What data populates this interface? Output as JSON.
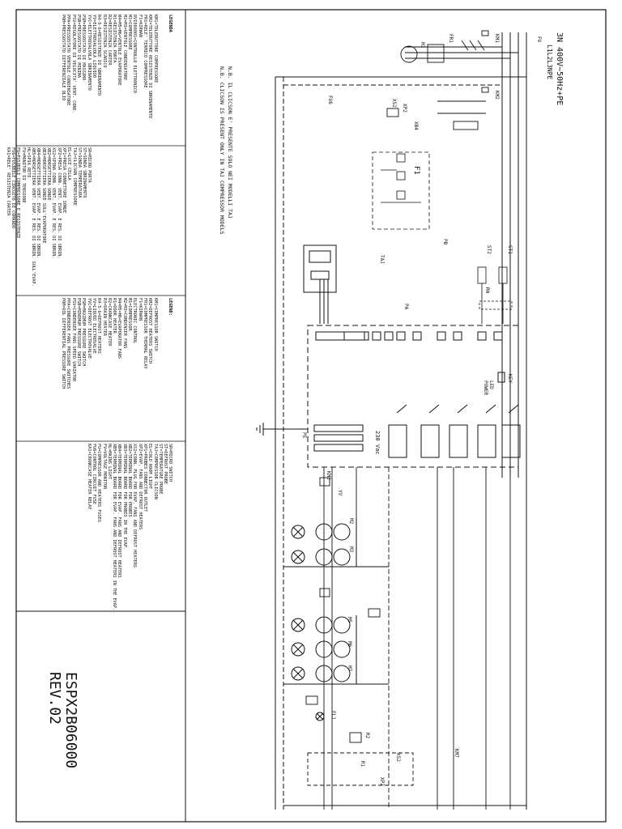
{
  "supply": {
    "label": "3N 400V~50Hz+PE",
    "phases": "L1L2L3NPE"
  },
  "notes": [
    "N.B. IL CLICSON E' PRESENTE SOLO NEI MODELLI TAJ",
    "N.B. CLICSON IS PRESENT ONLY IN TAJ COMPRESSOR MODELS"
  ],
  "code": {
    "number": "ESPX2B06000",
    "rev": "REV.02"
  },
  "controller": {
    "voltage": "230 Vac"
  },
  "components": {
    "fu": "FU",
    "fu6": "FU6",
    "fr1": "FR1",
    "km1": "KM1",
    "km2": "KM2",
    "m1": "M1",
    "f1": "F1",
    "xp2": "XP2",
    "xs2": "XS2",
    "xb4": "XB4",
    "st1": "ST1",
    "st2": "ST2",
    "taj": "TAJ",
    "pb": "PB",
    "pa": "PA",
    "rh": "RH",
    "yv": "YV",
    "km3": "KM3",
    "m2": "M2",
    "m3": "M3",
    "m5": "M5",
    "m6": "M6",
    "m7": "M7",
    "el1": "EL1",
    "r1": "R1",
    "r2": "R2",
    "km7": "KM7",
    "pe": "PE",
    "rs": "RS",
    "n": "N",
    "led": "LED",
    "power": "POWER",
    "key": "KEY"
  },
  "legends": [
    {
      "title": "LEGENDA",
      "lines": [
        "KM1=TELERUTTORE COMPRESSORE",
        "KM2=TELERUTTORE RESISTENZE DI SBRINAMENTO",
        "FR1=RELE' TERMICO COMPRESSORE",
        "F1=KIRWAN",
        "RVI000001=CONTROLLO ELETTRONICO",
        "M1=COMPRESSORE",
        "M2=M3=VENTOLE CONDENSATORE",
        "M4=M5=M6=VENTOLE EVAPORATORE",
        "R1=RESISTENZA PORTA",
        "R2=RESISTENZA CARTER",
        "R3=RESISTENZA SCARICO",
        "R4-5-6=RESISTENZE DI SBRINAMENTO",
        "YV=ELETTROVALVOLA LIQUIDO",
        "YVC=ELETTROVALVOLA SBRINAMENTO",
        "PSM=PRESSOSTATO DI MASSIMA",
        "PSB=PRESSOSTATO DI MINIMA",
        "PSV=REGOLATORE DI VELOCITA' VENT. COND.",
        "PPA=PRESSOSTATO VENTOLE CONDENSATORE",
        "POM=PRESSOSTATO DIFFERENZIALE OLIO"
      ]
    },
    {
      "title": "",
      "lines": [
        "SR=MICRO PORTA",
        "ST=SONDA SBRINAMENTO",
        "ST=SONDA TEMPERATURA",
        "TAJ=CLICSON COMPRESSORE",
        "EL=LUCE CELLA",
        "XP1=PRESA CONNETTORE SONDE",
        "XP2=PRESA CONN. VENT. EVAP. E RES. DI SBRIN.",
        "XS2=SPINA CONN. VENT. EVAP. E RES. DI SBRIN.",
        "XB2=MORSETTIERA SONDE",
        "XB3=MORSETTIERA SONDE SULL'EVAPORATORE",
        "XB4=MORSETTIERA VENT. EVAP. E RES. DI SBRIN.",
        "XB5=MORSETTIERA VENT. EVAP. E RES. DI SBRIN. SULL'EVAP.",
        "HL=SPIA RETE",
        "FV=MONITOR DI TENSIONE",
        "FU=FUSIBILI COMPRESSORE E RESISTENZE",
        "FU6=FUSIBILE CIRCUITO DI COMANDO",
        "KA1=RELE' RESISTENZA CARTER"
      ]
    },
    {
      "title": "LEGEND:",
      "lines": [
        "KM1=COMPRESSOR SWITCH",
        "KM2=DEFROST HEATERS SWITCH",
        "FR1=COMPRESSOR THERMAL RELAY",
        "F1=KIRWAN",
        "ELECTRONIC CONTROL",
        "M1=COMPRESSOR",
        "M2=M3=CONDENSER FANS",
        "M4=M5=M6=EVAPORATOR FANS",
        "R1=DOOR HEATER",
        "R2=CRANKCASE HEATER",
        "R3=DRAIN HEATER",
        "R4-5-6=DEFROST HEATERS",
        "YV=LIQUID ELECTROVALVE",
        "YVC=DEFROST ELECTROVALVE",
        "PSM=MAXIMUM PRESSURE SWITCH",
        "PSB=MINIMUM PRESSURE SWITCH",
        "PSV=CONDENSER FANS SPEED VARIATOR",
        "PPA=CONDENSER FANS PRESSURE SWITCHES",
        "POM=OIL DIFFERENTIAL PRESSURE SWITCH"
      ]
    },
    {
      "title": "",
      "lines": [
        "SR=MICRO SWITCH",
        "ST=DEFROST PROBE",
        "ST=TEMPERATURE PROBE",
        "TAJ=COMPRESSOR CLICSON",
        "EL=COLD ROOM LIGHT",
        "XP1=PROBES CONNECTOR OUTLET",
        "XP2=EVAP. FANS AND DEFROST HEATERS",
        "XS2=CONN. PLUG FOR EVAP. FANS AND DEFROST HEATERS",
        "XB2=TERMINAL BOARD FOR PROBES",
        "XB3=TERMINAL BOARD FOR PROBES IN THE EVAP.",
        "XB4=TERMINAL BOARD FOR EVAP. FANS AND DEFROST HEATERS",
        "XB5=TERMINAL BOARD FOR EVAP. FANS AND DEFROST HEATERS IN THE EVAP.",
        "HL=MAINS LIGHT",
        "FV=VOLTAGE MONITOR",
        "FU=COMPRESSOR AND HEATERS FUSES",
        "FU6=CONTROL CIRCUIT FUSE",
        "KA1=CRANKCASE HEATER RELAY"
      ]
    }
  ]
}
